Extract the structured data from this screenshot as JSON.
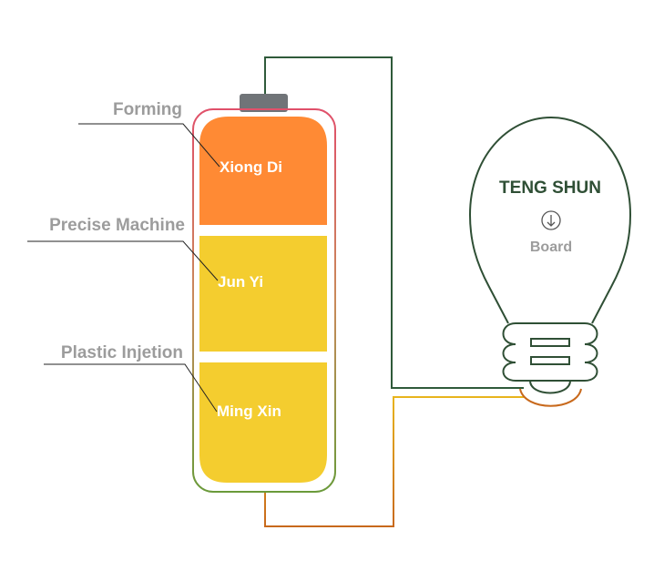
{
  "diagram": {
    "labels": {
      "forming": "Forming",
      "precise_machine": "Precise Machine",
      "plastic_injection": "Plastic Injetion"
    },
    "battery_segments": {
      "top": "Xiong Di",
      "middle": "Jun Yi",
      "bottom": "Ming Xin"
    },
    "bulb": {
      "title": "TENG SHUN",
      "subtitle": "Board",
      "icon": "arrow-down-circle-icon"
    },
    "colors": {
      "segment_top": "#ff8a34",
      "segment_middle": "#f4cd2f",
      "segment_bottom": "#f4cd2f",
      "bulb_outline": "#2f4f35",
      "wire_dark": "#2f5a3a",
      "wire_orange": "#c8691c",
      "battery_cap": "#707478"
    }
  }
}
